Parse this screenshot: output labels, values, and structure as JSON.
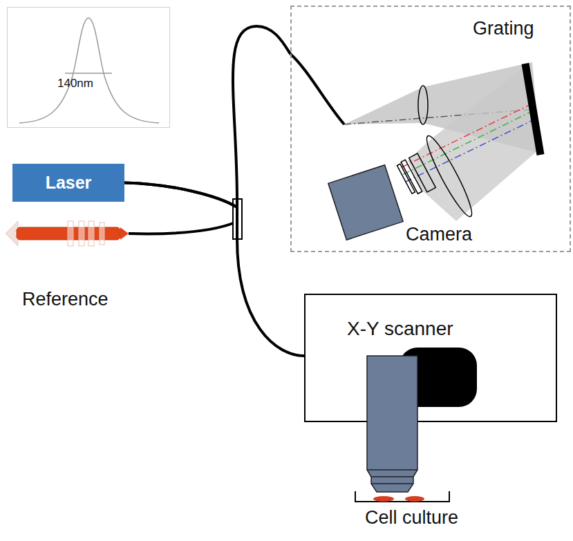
{
  "diagram": {
    "nodes": [
      {
        "text": [
          "140nm"
        ]
      },
      {
        "text": [
          "Grating",
          "Camera"
        ]
      },
      {
        "text": [
          "Laser"
        ]
      },
      {
        "text": [
          "X-Y scanner"
        ]
      }
    ],
    "edges": [
      {
        "from": 2,
        "to": 1,
        "arrow": "none"
      },
      {
        "from": 2,
        "to": 3,
        "arrow": "none"
      }
    ],
    "labels": [
      "Reference",
      "Cell culture"
    ]
  }
}
